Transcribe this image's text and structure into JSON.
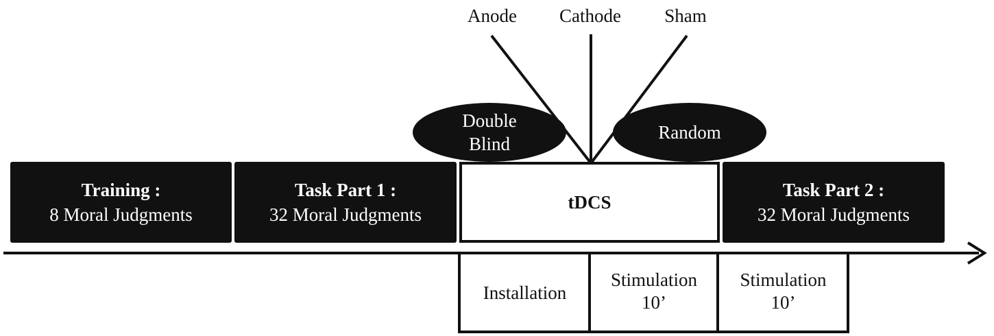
{
  "blocks": {
    "training": {
      "title": "Training :",
      "detail": "8 Moral Judgments"
    },
    "task1": {
      "title": "Task Part 1 :",
      "detail": "32 Moral Judgments"
    },
    "tdcs": {
      "label": "tDCS"
    },
    "task2": {
      "title": "Task Part 2 :",
      "detail": "32 Moral Judgments"
    }
  },
  "conditions": {
    "anode": "Anode",
    "cathode": "Cathode",
    "sham": "Sham"
  },
  "ellipses": {
    "double_blind": {
      "line1": "Double",
      "line2": "Blind"
    },
    "random": {
      "label": "Random"
    }
  },
  "timeline": {
    "installation": "Installation",
    "stimulation_a": {
      "line1": "Stimulation",
      "line2": "10’"
    },
    "stimulation_b": {
      "line1": "Stimulation",
      "line2": "10’"
    }
  },
  "colors": {
    "block_fill": "#111111",
    "text_on_dark": "#ffffff",
    "line": "#111111"
  }
}
